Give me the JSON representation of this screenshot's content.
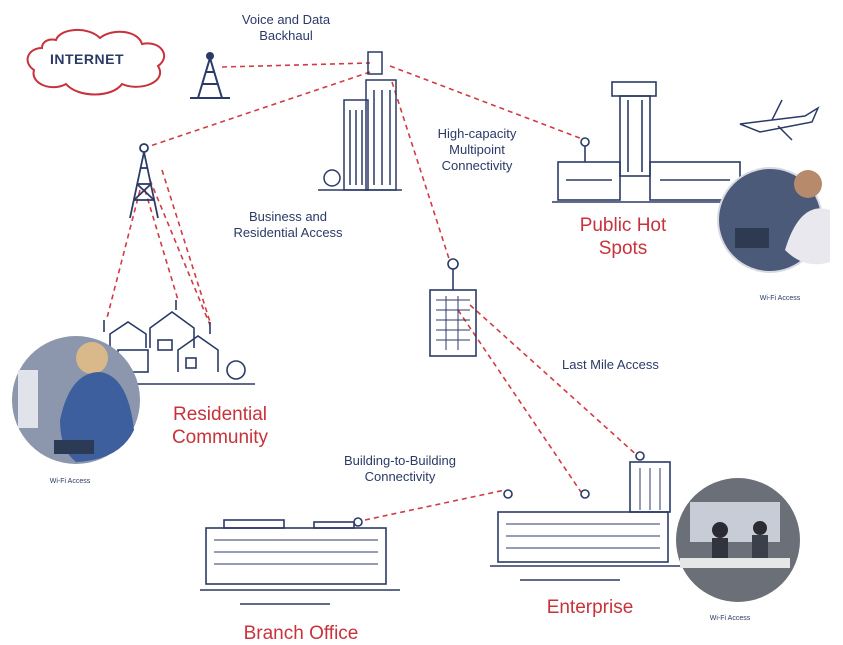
{
  "internet": {
    "label": "INTERNET"
  },
  "labels": {
    "backhaul": "Voice and Data Backhaul",
    "multipoint": "High-capacity Multipoint Connectivity",
    "access": "Business and Residential Access",
    "last_mile": "Last Mile Access",
    "b2b": "Building-to-Building Connectivity"
  },
  "titles": {
    "hotspots": "Public Hot Spots",
    "residential": "Residential Community",
    "enterprise": "Enterprise",
    "branch": "Branch Office"
  },
  "captions": {
    "wifi_hotspot": "Wi-Fi Access",
    "wifi_residential": "Wi-Fi Access",
    "wifi_enterprise": "Wi-Fi Access"
  },
  "colors": {
    "navy": "#2b3a67",
    "red": "#c8323c",
    "link": "#d03c46"
  }
}
